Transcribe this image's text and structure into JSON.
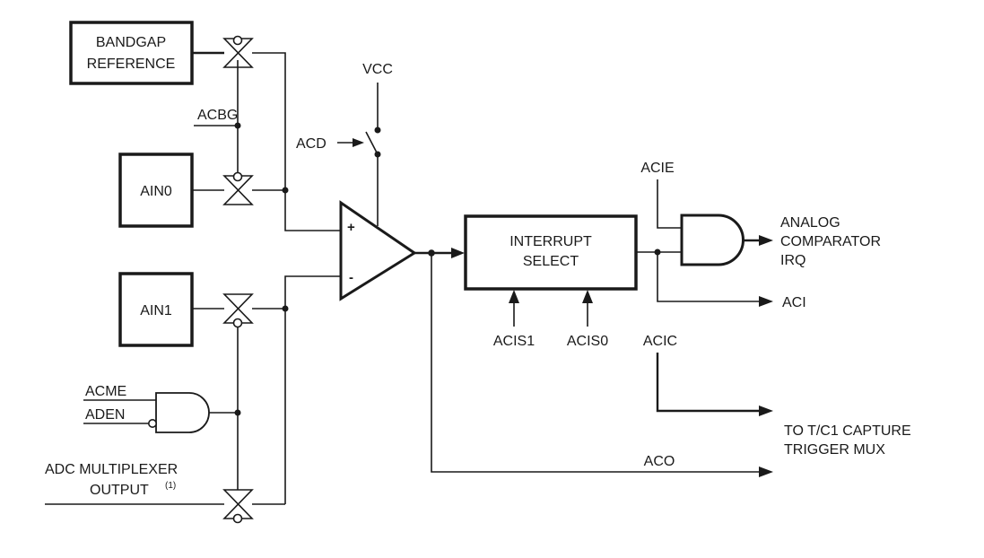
{
  "title": "Analog Comparator Block Diagram",
  "blocks": {
    "bandgap": [
      "BANDGAP",
      "REFERENCE"
    ],
    "ain0": "AIN0",
    "ain1": "AIN1",
    "interrupt_select": [
      "INTERRUPT",
      "SELECT"
    ]
  },
  "signals": {
    "acbg": "ACBG",
    "vcc": "VCC",
    "acd": "ACD",
    "acme": "ACME",
    "aden": "ADEN",
    "adc_mux": [
      "ADC MULTIPLEXER",
      "OUTPUT"
    ],
    "adc_mux_note": "(1)",
    "plus": "+",
    "minus": "-",
    "acis1": "ACIS1",
    "acis0": "ACIS0",
    "acie": "ACIE",
    "aci": "ACI",
    "acic": "ACIC",
    "aco": "ACO"
  },
  "outputs": {
    "irq": [
      "ANALOG",
      "COMPARATOR",
      "IRQ"
    ],
    "capture": [
      "TO T/C1 CAPTURE",
      "TRIGGER MUX"
    ]
  }
}
